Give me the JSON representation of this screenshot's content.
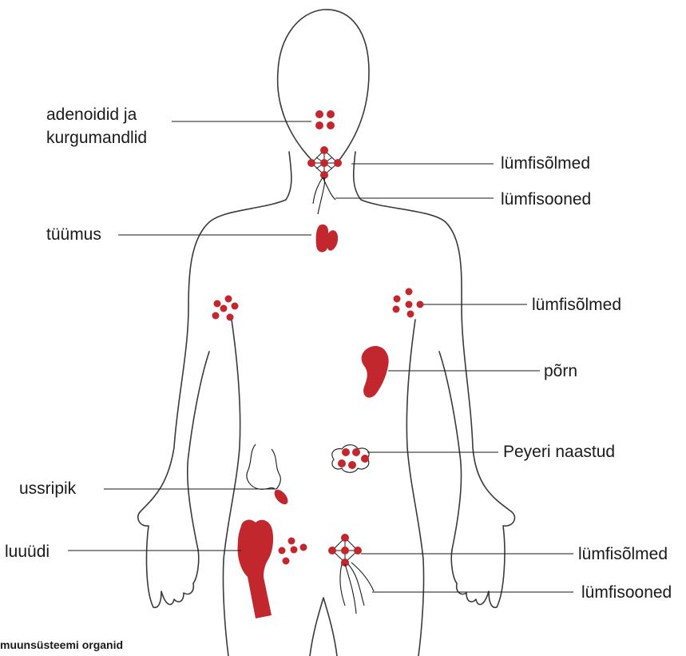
{
  "labels": {
    "adenoids_tonsils_line1": "adenoidid ja",
    "adenoids_tonsils_line2": "kurgumandlid",
    "lymph_nodes_neck": "lümfisõlmed",
    "lymph_vessels_neck": "lümfisooned",
    "thymus": "tüümus",
    "lymph_nodes_armpit": "lümfisõlmed",
    "spleen": "põrn",
    "peyers_patches": "Peyeri naastud",
    "appendix": "ussripik",
    "bone_marrow": "luuüdi",
    "lymph_nodes_groin": "lümfisõlmed",
    "lymph_vessels_groin": "lümfisooned"
  },
  "caption": "muunsüsteemi organid",
  "colors": {
    "organ": "#c1272d",
    "outline": "#3a3a3a",
    "text": "#1a1a1a"
  }
}
